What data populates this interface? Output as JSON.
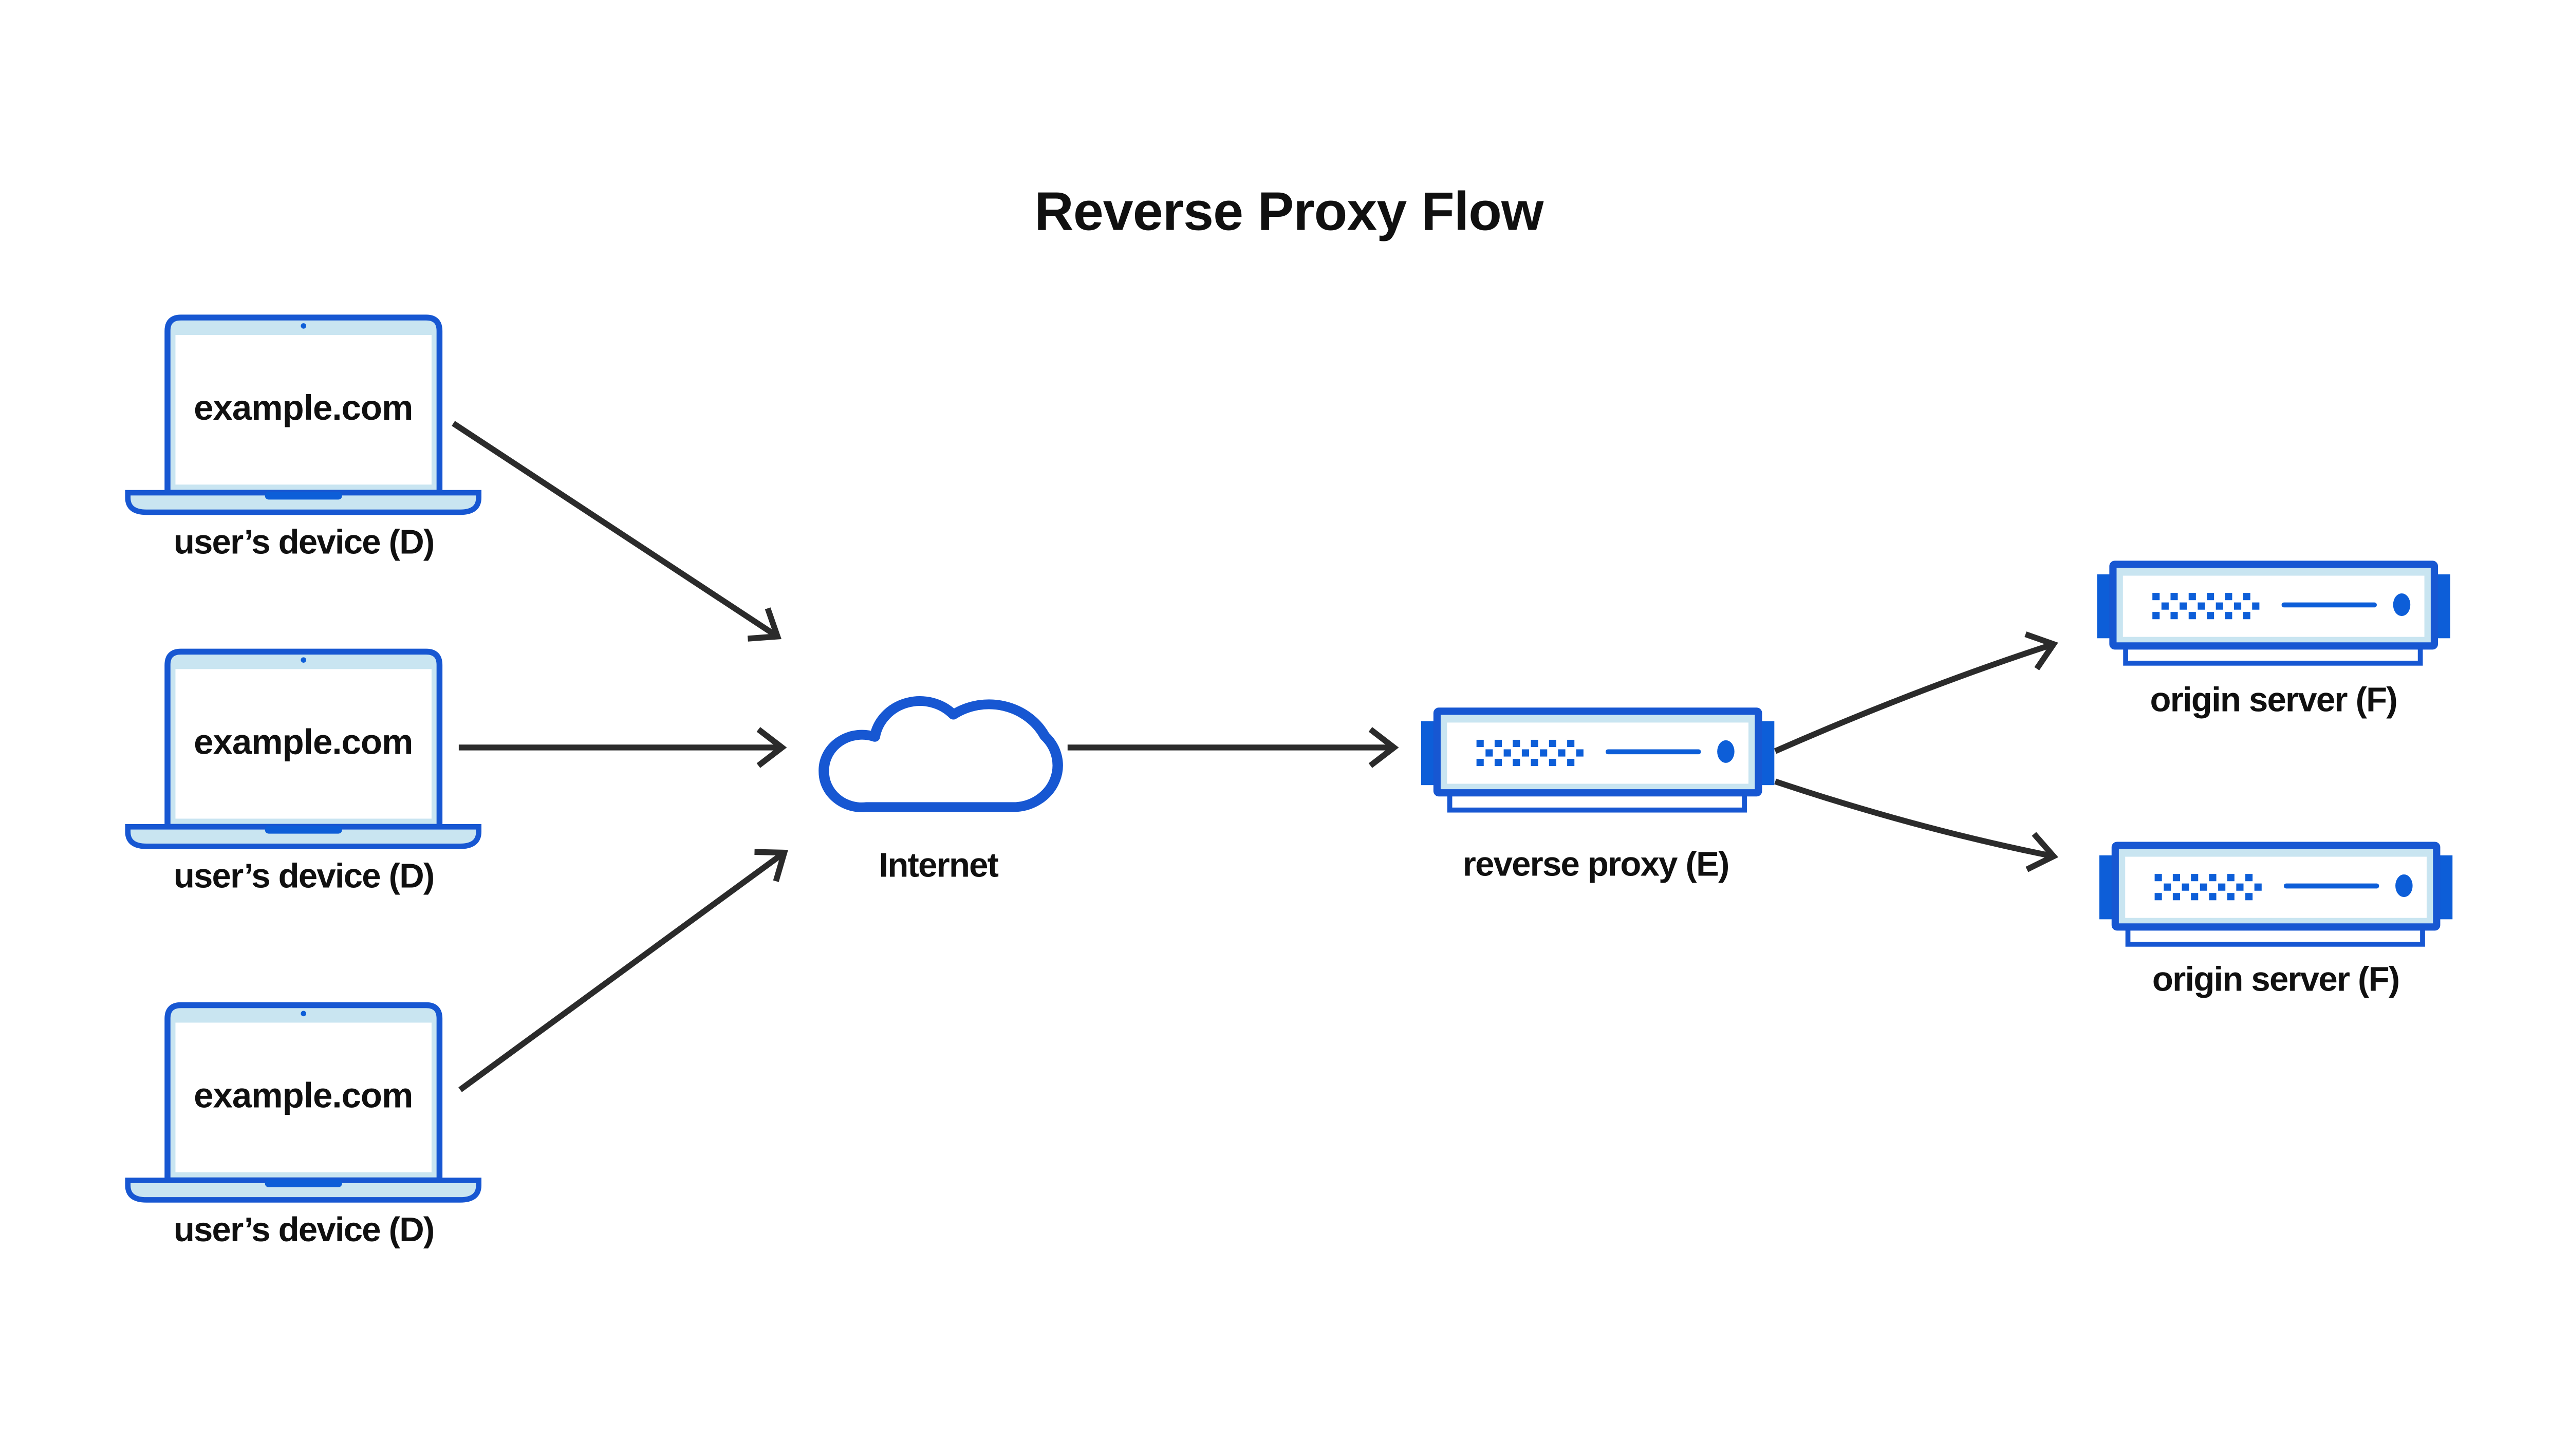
{
  "title": "Reverse Proxy Flow",
  "devices": [
    {
      "screen_text": "example.com",
      "label": "user’s device (D)"
    },
    {
      "screen_text": "example.com",
      "label": "user’s device (D)"
    },
    {
      "screen_text": "example.com",
      "label": "user’s device (D)"
    }
  ],
  "internet": {
    "label": "Internet"
  },
  "proxy": {
    "label": "reverse proxy (E)"
  },
  "origins": [
    {
      "label": "origin server (F)"
    },
    {
      "label": "origin server (F)"
    }
  ],
  "colors": {
    "outline_blue": "#1757d2",
    "accent_blue": "#0d5ed8",
    "light_blue": "#c9e5f1",
    "arrow": "#2b2b2b",
    "text": "#101010",
    "background": "#ffffff"
  }
}
